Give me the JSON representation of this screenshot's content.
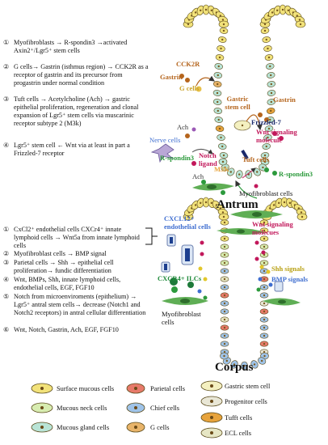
{
  "antrum": {
    "title": "Antrum",
    "items": [
      {
        "n": "①",
        "text": "Myofibroblasts → R-spondin3 →activated Axin2⁺/Lgr5⁺ stem cells"
      },
      {
        "n": "②",
        "text": "G cells→ Gastrin (isthmus region) → CCK2R as a receptor of gastrin  and its precursor from progastrin under normal condition"
      },
      {
        "n": "③",
        "text": "Tuft cells → Acetylcholine (Ach) → gastric epithelial proliferation, regeneration and clonal expansion of Lgr5⁺ stem cells via muscarinic receptor   subtype 2 (M3k)"
      },
      {
        "n": "④",
        "text": "Lgr5⁺ stem cell ← Wnt via at least in part a Frizzled-7 receptor"
      }
    ],
    "labels": {
      "cck2r": "CCK2R",
      "gastrin_left": "Gastrin",
      "g_cells": "G cells",
      "gastric_stem": "Gastric stem cell",
      "gastrin_right": "Gastrin",
      "frizzled": "Frizzled-7",
      "wnt": "Wnt signaling molecule",
      "ach_top": "Ach",
      "nerve": "Nerve cells",
      "rspondin_left": "R-spondin3",
      "notch": "Notch ligand",
      "ach_bottom": "Ach",
      "m3k": "M3K",
      "tuft": "Tuft cells",
      "rspondin_right": "R-spondin3",
      "myofib": "Myofibroblast cells"
    }
  },
  "corpus": {
    "title": "Corpus",
    "items": [
      {
        "n": "①",
        "text": "CxCl2⁺ endothelial cells CXCr4⁺ innate lymphoid cells → Wnt5a from innate lymphoid cells"
      },
      {
        "n": "②",
        "text": "Myofibroblast cells → BMP signal"
      },
      {
        "n": "③",
        "text": "Parietal cells → Shh → epithelial cell proliferation→ fundic differentiation"
      },
      {
        "n": "④",
        "text": "Wnt, BMPs, Shh, innate lymphoid cells, endothelial cells, EGF, FGF10"
      },
      {
        "n": "⑤",
        "text": "Notch from microenviroments (epithelium) → Lgr5⁺ antral stem cells→ decrease (Notch1 and Notch2 receptors) in antral cellular differentiation"
      },
      {
        "n": "⑥",
        "text": "Wnt, Notch, Gastrin, Ach, EGF, FGF10"
      }
    ],
    "labels": {
      "cxcl12": "CXCL12+ endothelial cells",
      "wnt": "Wnt signaling molecues",
      "cxcr4": "CXCR4+ ILCs",
      "shh": "Shh signals",
      "bmp": "BMP signals",
      "myofib": "Myofibroblast cells"
    }
  },
  "legend": [
    {
      "text": "Surface mucous cells",
      "color": "#f2e27a"
    },
    {
      "text": "Parietal cells",
      "color": "#e77a6a"
    },
    {
      "text": "Gastric stem cell",
      "color": "#f4f0c0"
    },
    {
      "text": "Progenitor cells",
      "color": "#e9e7d6"
    },
    {
      "text": "Mucous neck cells",
      "color": "#d7ecb0"
    },
    {
      "text": "Chief cells",
      "color": "#9fc3e8"
    },
    {
      "text": "Tufft cells",
      "color": "#e7a33c"
    },
    {
      "text": "Mucous gland cells",
      "color": "#b9e4d6"
    },
    {
      "text": "G cells",
      "color": "#e8b46a"
    },
    {
      "text": "ECL cells",
      "color": "#e6e6c4"
    }
  ],
  "colors": {
    "gastrin": "#b5651d",
    "signal_green": "#2c9a3c",
    "wnt_magenta": "#c2185b",
    "blue": "#3f6ed0",
    "cxcr4_green": "#1f8a3a"
  }
}
